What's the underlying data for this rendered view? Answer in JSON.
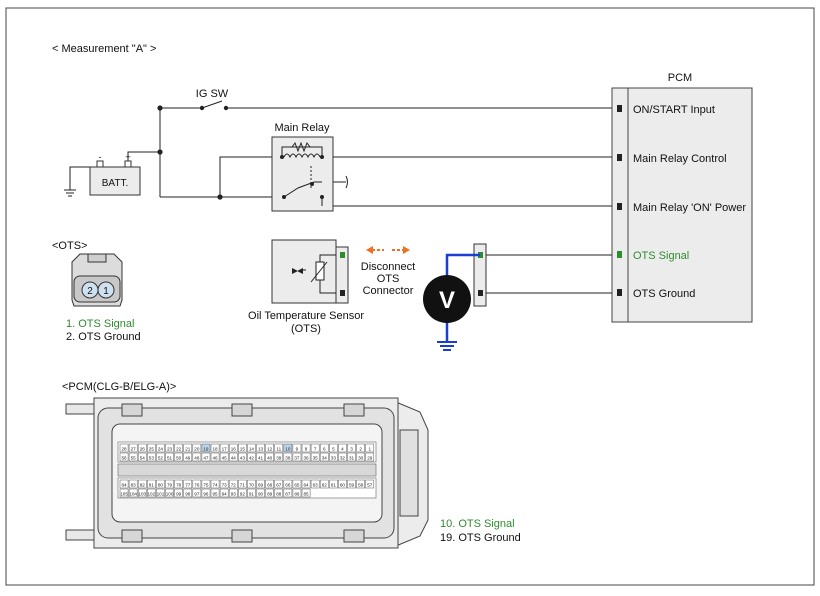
{
  "header": {
    "title": "< Measurement \"A\" >"
  },
  "pcm": {
    "title": "PCM",
    "pins": {
      "on_start": "ON/START Input",
      "relay_control": "Main Relay Control",
      "relay_power": "Main Relay 'ON' Power",
      "ots_signal": "OTS Signal",
      "ots_ground": "OTS Ground"
    }
  },
  "circuit": {
    "ig_sw": "IG SW",
    "main_relay": "Main Relay",
    "battery": "BATT.",
    "batt_minus": "-",
    "batt_plus": "+",
    "disconnect": [
      "Disconnect",
      "OTS",
      "Connector"
    ],
    "voltmeter": "V",
    "sensor_label": [
      "Oil Temperature Sensor",
      "(OTS)"
    ]
  },
  "ots_connector": {
    "title": "<OTS>",
    "pin1": "1",
    "pin2": "2",
    "legend1": "1. OTS Signal",
    "legend2": "2. OTS Ground"
  },
  "pcm_connector": {
    "title": "<PCM(CLG-B/ELG-A)>",
    "legend1": "10. OTS Signal",
    "legend2": "19. OTS Ground",
    "top_row": [
      "28",
      "27",
      "26",
      "25",
      "24",
      "23",
      "22",
      "21",
      "20",
      "19",
      "18",
      "17",
      "16",
      "15",
      "14",
      "13",
      "12",
      "11",
      "10",
      "9",
      "8",
      "7",
      "6",
      "5",
      "4",
      "3",
      "2",
      "1"
    ],
    "second_row": [
      "56",
      "55",
      "54",
      "53",
      "52",
      "51",
      "50",
      "49",
      "48",
      "47",
      "46",
      "45",
      "44",
      "43",
      "42",
      "41",
      "40",
      "39",
      "38",
      "37",
      "36",
      "35",
      "34",
      "33",
      "32",
      "31",
      "30",
      "29"
    ],
    "third_row": [
      "84",
      "83",
      "82",
      "81",
      "80",
      "79",
      "78",
      "77",
      "76",
      "75",
      "74",
      "73",
      "72",
      "71",
      "70",
      "69",
      "68",
      "67",
      "66",
      "65",
      "64",
      "63",
      "62",
      "61",
      "60",
      "59",
      "58",
      "57"
    ],
    "bottom_row": [
      "105",
      "104",
      "103",
      "102",
      "101",
      "100",
      "99",
      "98",
      "97",
      "96",
      "95",
      "94",
      "93",
      "92",
      "91",
      "90",
      "89",
      "88",
      "87",
      "86",
      "85"
    ]
  },
  "colors": {
    "green": "#2e8b2e",
    "blue": "#1a3fd0",
    "orange": "#f07020",
    "line": "#222222"
  }
}
